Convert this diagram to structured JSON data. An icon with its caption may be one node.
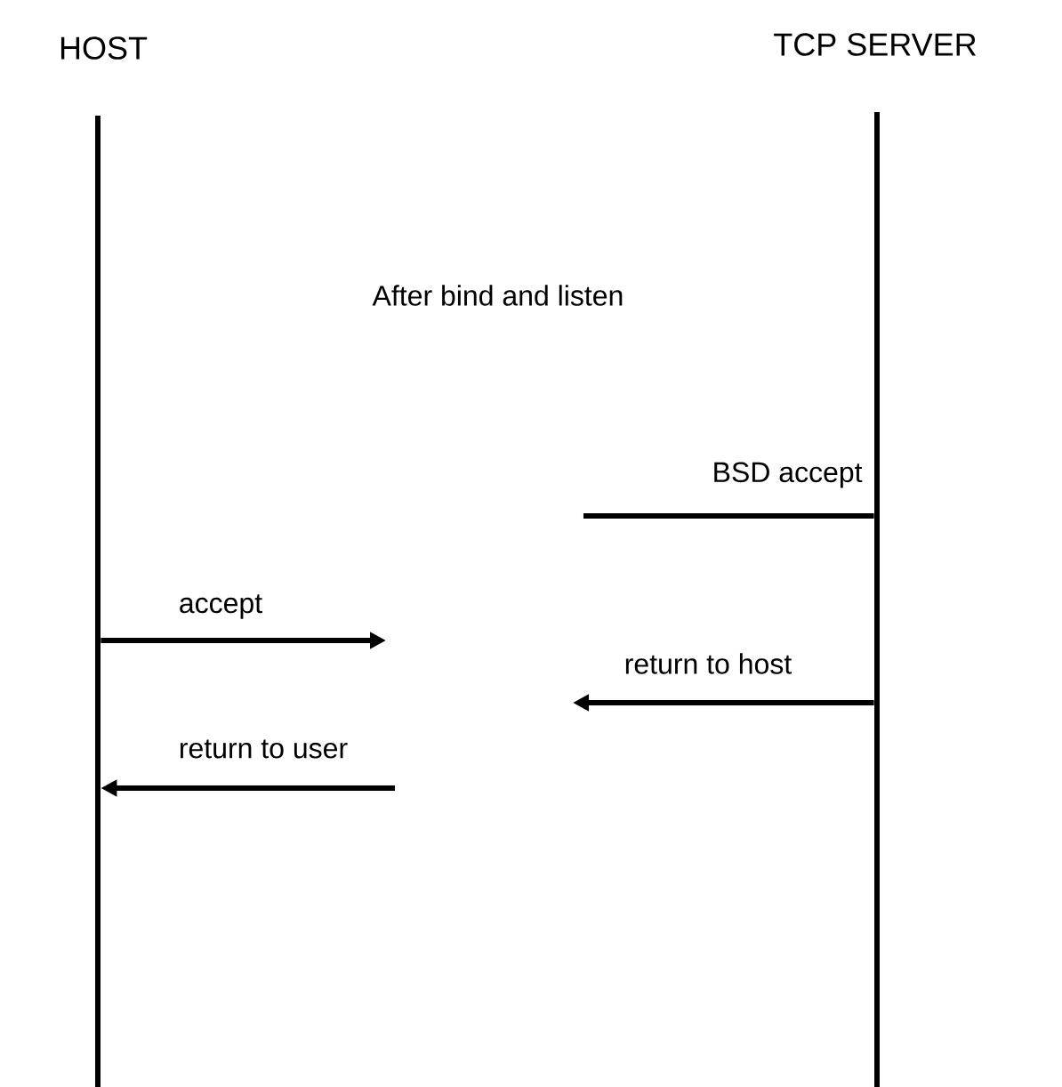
{
  "diagram": {
    "nodes": [
      {
        "text": [
          "HOST"
        ]
      },
      {
        "text": [
          "TCP SERVER"
        ]
      }
    ],
    "edges": [
      {
        "from": 1,
        "to": null,
        "arrow": "none",
        "label": "BSD accept"
      },
      {
        "from": 0,
        "to": null,
        "arrow": "to",
        "label": "accept"
      },
      {
        "from": 1,
        "to": null,
        "arrow": "to",
        "label": "return to host"
      },
      {
        "from": null,
        "to": 0,
        "arrow": "to",
        "label": "return to user"
      }
    ],
    "labels": [
      "After bind and listen"
    ]
  }
}
